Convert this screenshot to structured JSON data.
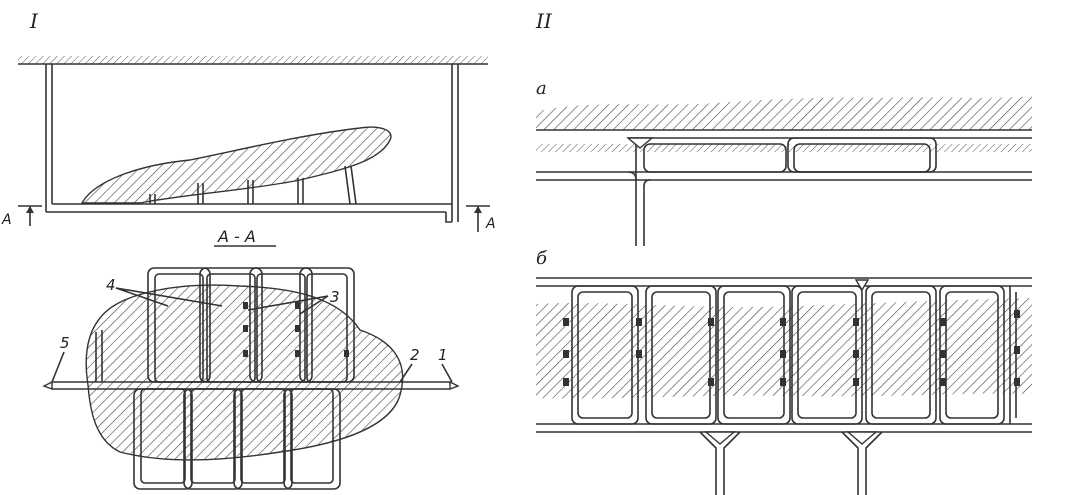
{
  "part_labels": {
    "part1": "I",
    "part2": "II"
  },
  "section": {
    "marker_left": "A",
    "marker_right": "A",
    "title": "A - A"
  },
  "callouts": {
    "c1": "1",
    "c2": "2",
    "c3": "3",
    "c4": "4",
    "c5": "5"
  },
  "subfigures": {
    "a": "а",
    "b": "б"
  }
}
